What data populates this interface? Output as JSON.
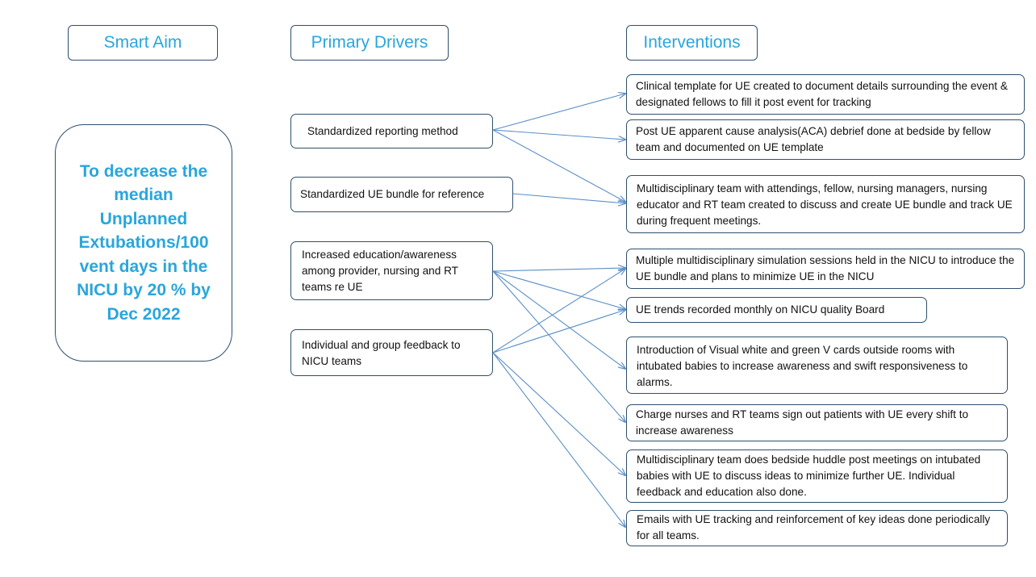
{
  "headers": {
    "smart_aim": "Smart Aim",
    "primary_drivers": "Primary Drivers",
    "interventions": "Interventions"
  },
  "aim_text": "To decrease the median Unplanned Extubations/100 vent days in the NICU by 20 % by Dec 2022",
  "drivers": [
    "Standardized reporting method",
    "Standardized UE bundle for reference",
    "Increased education/awareness among provider, nursing and RT teams re UE",
    "Individual and group feedback to NICU teams"
  ],
  "interventions": [
    "Clinical template for UE created to document details surrounding the event & designated fellows to fill it post event for tracking",
    "Post UE apparent cause analysis(ACA) debrief done at bedside by fellow team and documented on UE template",
    "Multidisciplinary team with attendings, fellow, nursing managers, nursing educator and RT team created to discuss and create UE bundle and track UE during frequent meetings.",
    "Multiple multidisciplinary simulation sessions held in the NICU to introduce the UE bundle and plans to minimize UE in the NICU",
    "UE trends recorded monthly on NICU quality Board",
    "Introduction of Visual white and green V cards outside rooms with intubated babies to increase awareness and swift responsiveness to alarms.",
    "Charge nurses and RT teams sign out patients with UE every shift to increase awareness",
    "Multidisciplinary team does bedside huddle post meetings on intubated babies with UE to discuss ideas to minimize further UE. Individual feedback and education also done.",
    "Emails with UE tracking and reinforcement of key ideas done periodically for all teams."
  ],
  "colors": {
    "header_text": "#29a6dc",
    "border": "#2f4f6f",
    "arrow": "#5b8fc7"
  }
}
